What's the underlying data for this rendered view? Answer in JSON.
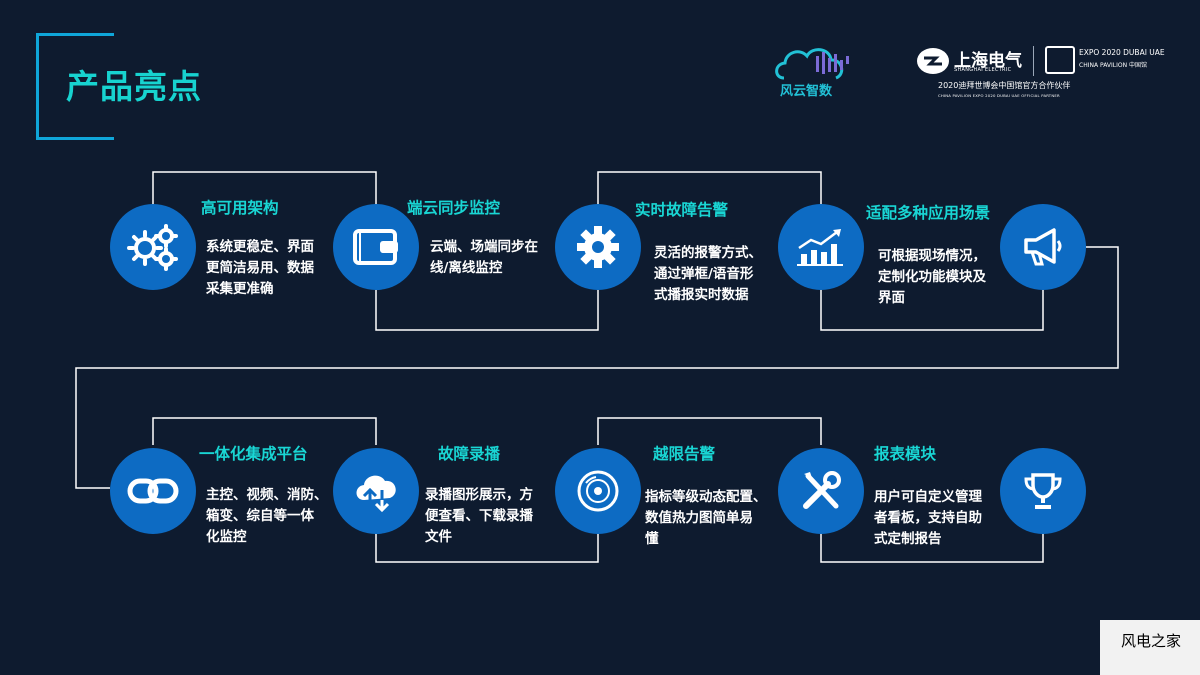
{
  "page_title": "产品亮点",
  "logos": {
    "yun_text": "风云智数",
    "se_cn": "上海电气",
    "se_en": "SHANGHAI ELECTRIC",
    "expo_line1": "EXPO 2020 DUBAI UAE",
    "expo_line2": "CHINA PAVILION 中国馆",
    "partner_cn": "2020迪拜世博会中国馆官方合作伙伴",
    "partner_en": "CHINA PAVILION EXPO 2020 DUBAI UAE OFFICIAL PARTNER"
  },
  "features": [
    {
      "title": "高可用架构",
      "desc": [
        "系统更稳定、界面",
        "更简洁易用、数据",
        "采集更准确"
      ],
      "icon": "gears-icon"
    },
    {
      "title": "端云同步监控",
      "desc": [
        "云端、场端同步在",
        "线/离线监控"
      ],
      "icon": "wallet-icon"
    },
    {
      "title": "实时故障告警",
      "desc": [
        "灵活的报警方式、",
        "通过弹框/语音形",
        "式播报实时数据"
      ],
      "icon": "gear-icon"
    },
    {
      "title": "适配多种应用场景",
      "desc": [
        "可根据现场情况，",
        "定制化功能模块及",
        "界面"
      ],
      "icon": "growth-chart-icon"
    },
    {
      "title": "一体化集成平台",
      "desc": [
        "主控、视频、消防、",
        "箱变、综自等一体",
        "化监控"
      ],
      "icon": "link-icon"
    },
    {
      "title": "故障录播",
      "desc": [
        "录播图形展示，方",
        "便查看、下载录播",
        "文件"
      ],
      "icon": "cloud-transfer-icon"
    },
    {
      "title": "越限告警",
      "desc": [
        "指标等级动态配置、",
        "数值热力图简单易",
        "懂"
      ],
      "icon": "disc-icon"
    },
    {
      "title": "报表模块",
      "desc": [
        "用户可自定义管理",
        "者看板，支持自助",
        "式定制报告"
      ],
      "icon": "tools-icon"
    }
  ],
  "end_icons": {
    "top": "megaphone-icon",
    "bottom": "trophy-icon"
  },
  "watermark": "风电之家",
  "colors": {
    "background": "#0e1b2f",
    "circle": "#0d6bc3",
    "accent": "#19d6d4",
    "frame": "#0fa6d9"
  }
}
